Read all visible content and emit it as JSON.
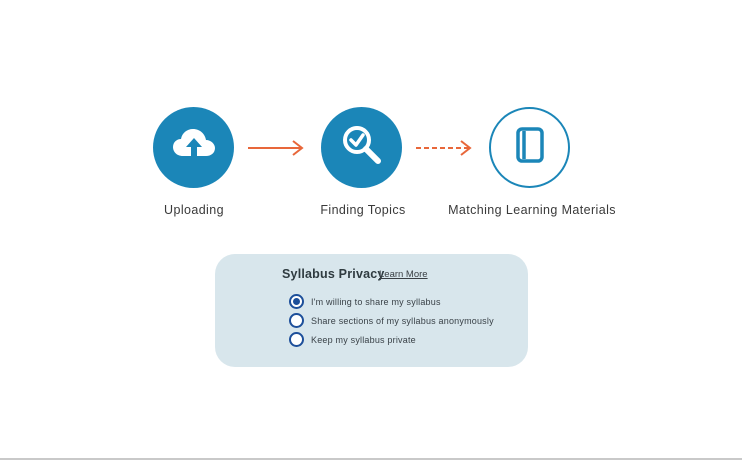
{
  "steps": [
    {
      "label": "Uploading",
      "icon": "cloud-upload-icon"
    },
    {
      "label": "Finding Topics",
      "icon": "search-check-icon"
    },
    {
      "label": "Matching Learning Materials",
      "icon": "notebook-icon"
    }
  ],
  "privacy": {
    "title": "Syllabus Privacy",
    "learn_more": "Learn More",
    "options": [
      {
        "label": "I'm willing to share my syllabus",
        "selected": true
      },
      {
        "label": "Share sections of my syllabus anonymously",
        "selected": false
      },
      {
        "label": "Keep my syllabus private",
        "selected": false
      }
    ]
  },
  "colors": {
    "primary": "#1b86b8",
    "arrow": "#e8673a",
    "card": "#d8e6ec",
    "radio": "#1d4f9a"
  }
}
